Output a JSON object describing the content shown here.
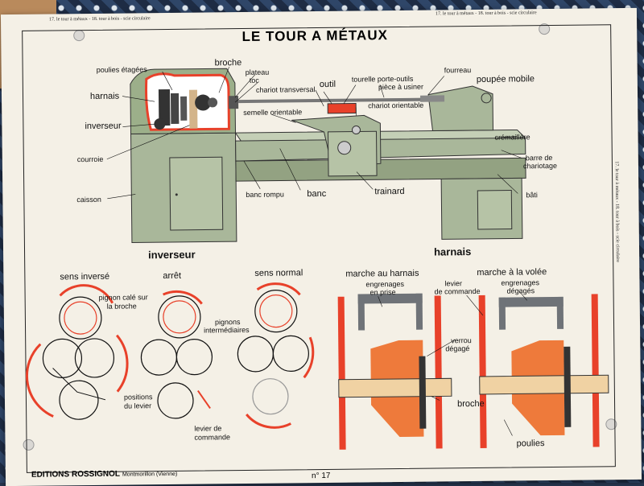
{
  "poster": {
    "title": "LE TOUR A MÉTAUX",
    "header_left": "17. le tour à métaux - 18. tour à bois - scie circulaire",
    "header_right": "17. le tour à métaux - 18. tour à bois - scie circulaire",
    "side_text": "17. le tour à métaux - 18. tour à bois - scie circulaire",
    "publisher": "EDITIONS ROSSIGNOL",
    "publisher_city": "Montmorillon (Vienne)",
    "number": "n° 17"
  },
  "lathe_labels": {
    "poulies_etagees": "poulies étagées",
    "broche": "broche",
    "plateau": "plateau",
    "toc": "toc",
    "harnais": "harnais",
    "inverseur": "inverseur",
    "chariot_transversal": "chariot transversal",
    "outil": "outil",
    "tourelle_porte_outils": "tourelle porte-outils",
    "piece_a_usiner": "pièce à usiner",
    "fourreau": "fourreau",
    "poupee_mobile": "poupée mobile",
    "semelle_orientable": "semelle orientable",
    "chariot_orientable": "chariot orientable",
    "courroie": "courroie",
    "cremaillere": "crémaillère",
    "barre_de_chariotage_1": "barre de",
    "barre_de_chariotage_2": "chariotage",
    "caisson": "caisson",
    "banc_rompu": "banc rompu",
    "banc": "banc",
    "trainard": "trainard",
    "bati": "bâti"
  },
  "inverseur_section": {
    "heading": "inverseur",
    "sens_inverse": "sens inversé",
    "arret": "arrêt",
    "sens_normal": "sens normal",
    "pignon_cale_1": "pignon calé sur",
    "pignon_cale_2": "la broche",
    "pignons_inter_1": "pignons",
    "pignons_inter_2": "intermédiaires",
    "positions_1": "positions",
    "positions_2": "du levier",
    "levier_1": "levier de",
    "levier_2": "commande"
  },
  "harnais_section": {
    "heading": "harnais",
    "marche_harnais": "marche au harnais",
    "marche_volee": "marche à la volée",
    "engrenages_prise_1": "engrenages",
    "engrenages_prise_2": "en prise",
    "levier_1": "levier",
    "levier_2": "de commande",
    "engrenages_degages_1": "engrenages",
    "engrenages_degages_2": "dégagés",
    "verrou_1": "verrou",
    "verrou_2": "dégagé",
    "broche": "broche",
    "poulies": "poulies"
  },
  "colors": {
    "machine_green": "#a9b79a",
    "machine_dark": "#7d8c6e",
    "accent_red": "#e8412a",
    "accent_orange": "#ee7a3b",
    "gear_gray": "#6f7378",
    "wood": "#f0d2a3"
  }
}
